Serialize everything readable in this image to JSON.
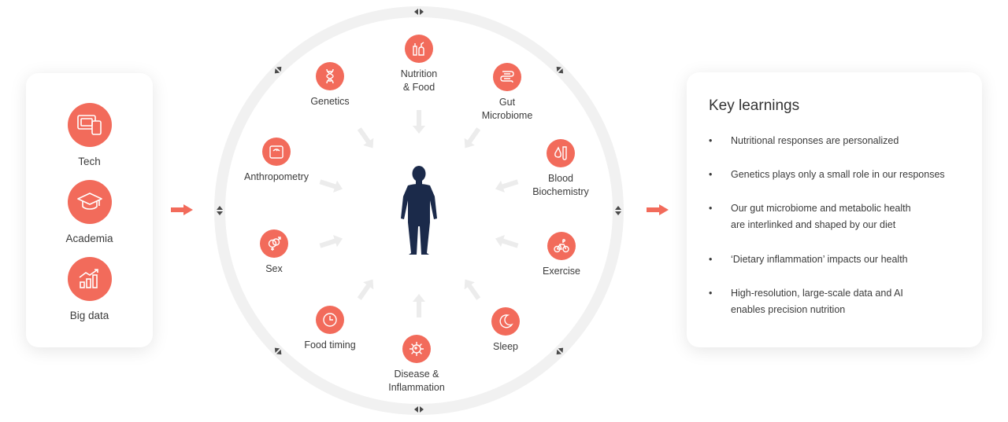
{
  "sources": [
    {
      "label": "Tech",
      "icon": "tablet-devices-icon"
    },
    {
      "label": "Academia",
      "icon": "graduation-cap-icon"
    },
    {
      "label": "Big data",
      "icon": "bar-chart-icon"
    }
  ],
  "factors": {
    "nutrition": {
      "label": "Nutrition\n& Food",
      "icon": "food-icon"
    },
    "genetics": {
      "label": "Genetics",
      "icon": "dna-icon"
    },
    "gut": {
      "label": "Gut\nMicrobiome",
      "icon": "gut-icon"
    },
    "anthropometry": {
      "label": "Anthropometry",
      "icon": "scale-icon"
    },
    "blood": {
      "label": "Blood\nBiochemistry",
      "icon": "blood-drop-icon"
    },
    "sex": {
      "label": "Sex",
      "icon": "gender-icon"
    },
    "exercise": {
      "label": "Exercise",
      "icon": "bicycle-icon"
    },
    "food_timing": {
      "label": "Food timing",
      "icon": "clock-icon"
    },
    "sleep": {
      "label": "Sleep",
      "icon": "moon-icon"
    },
    "disease": {
      "label": "Disease &\nInflammation",
      "icon": "virus-icon"
    }
  },
  "key_learnings": {
    "title": "Key learnings",
    "items": [
      "Nutritional responses are personalized",
      "Genetics plays only a small role in our responses",
      "Our gut microbiome and metabolic health\nare interlinked and shaped by our diet",
      "‘Dietary inflammation’ impacts our health",
      "High-resolution, large-scale data and AI\nenables precision nutrition"
    ],
    "bullet": "•"
  },
  "colors": {
    "accent": "#f26b5b",
    "figure": "#1b2a4a",
    "ring": "#f1f1f1",
    "arrow": "#ececec"
  }
}
